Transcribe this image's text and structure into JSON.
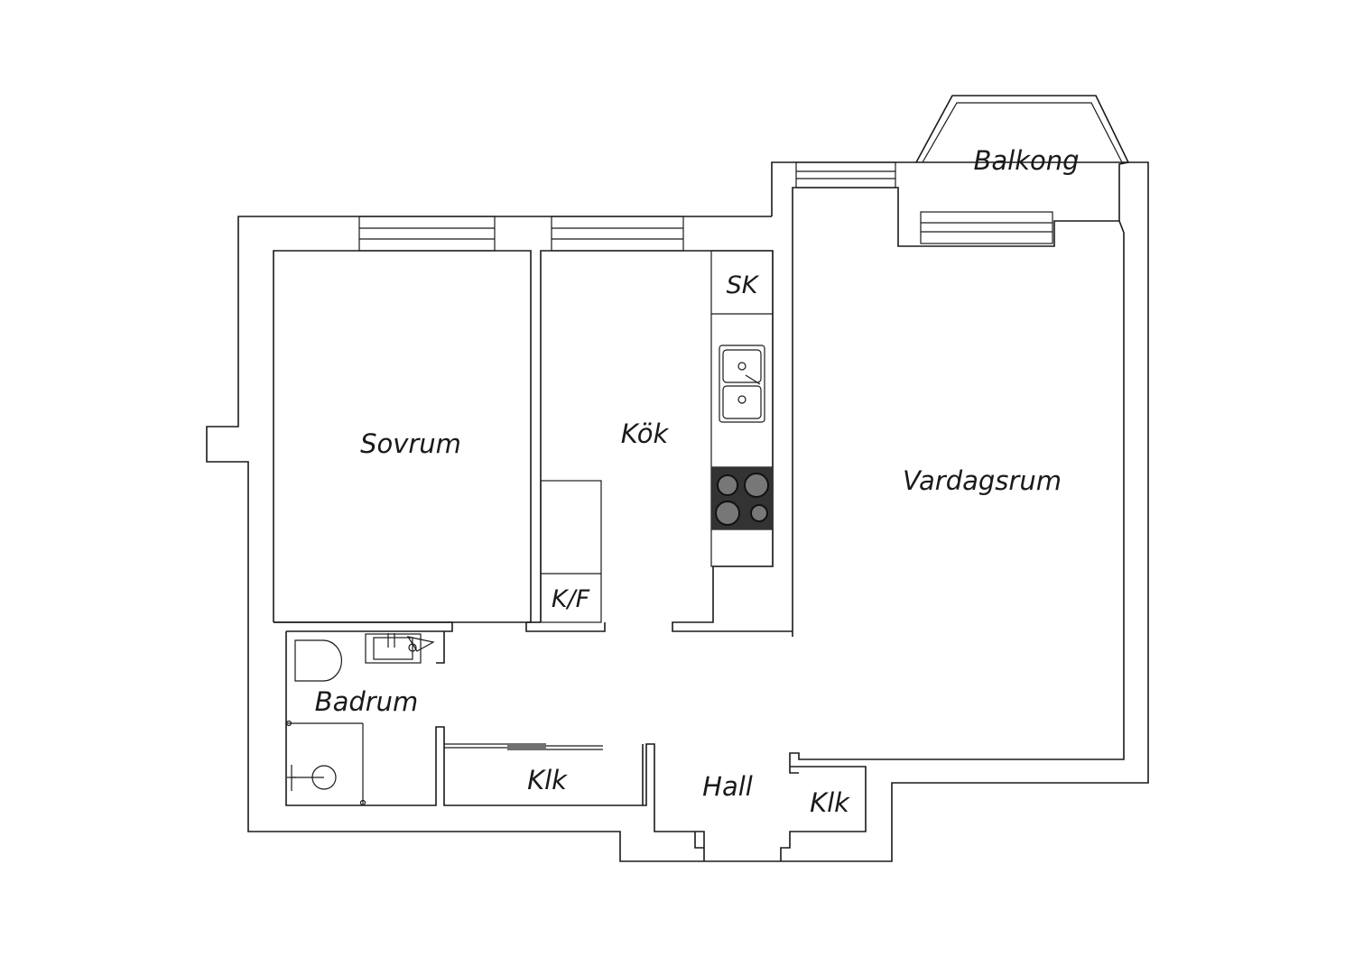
{
  "rooms": {
    "sovrum": "Sovrum",
    "kok": "Kök",
    "vardagsrum": "Vardagsrum",
    "balkong": "Balkong",
    "badrum": "Badrum",
    "klk_left": "Klk",
    "hall": "Hall",
    "klk_right": "Klk"
  },
  "fixtures": {
    "sk": "SK",
    "kf": "K/F"
  },
  "colors": {
    "line": "#1a1a1a",
    "stove": "#333333",
    "background": "#ffffff"
  }
}
